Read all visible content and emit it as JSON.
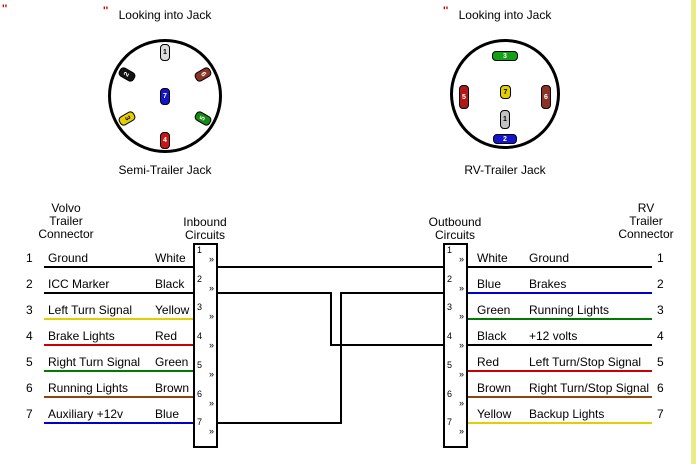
{
  "page": {
    "bg_color": "#ffffff",
    "right_edge_strip_color": "#eceb8b",
    "tick_glyph": "''",
    "tick_color": "#cc0000"
  },
  "jacks": {
    "semi": {
      "looking_label": "Looking into Jack",
      "caption": "Semi-Trailer Jack",
      "pins": [
        {
          "num": "1",
          "color": "#dcdcdc",
          "num_color": "#000000"
        },
        {
          "num": "2",
          "color": "#141414",
          "num_color": "#ffffff"
        },
        {
          "num": "3",
          "color": "#e3cf00",
          "num_color": "#000000"
        },
        {
          "num": "4",
          "color": "#cc1414",
          "num_color": "#ffffff"
        },
        {
          "num": "5",
          "color": "#148a14",
          "num_color": "#ffffff"
        },
        {
          "num": "6",
          "color": "#8a3324",
          "num_color": "#ffffff"
        },
        {
          "num": "7",
          "color": "#1414cc",
          "num_color": "#ffffff"
        }
      ]
    },
    "rv": {
      "looking_label": "Looking into Jack",
      "caption": "RV-Trailer Jack",
      "pins": [
        {
          "num": "1",
          "color": "#c2c2c2",
          "num_color": "#000000"
        },
        {
          "num": "2",
          "color": "#1414cc",
          "num_color": "#ffffff"
        },
        {
          "num": "3",
          "color": "#14a014",
          "num_color": "#ffffff"
        },
        {
          "num": "5",
          "color": "#b01818",
          "num_color": "#ffffff"
        },
        {
          "num": "6",
          "color": "#8a3324",
          "num_color": "#ffffff"
        },
        {
          "num": "7",
          "color": "#e3cf00",
          "num_color": "#000000"
        }
      ]
    }
  },
  "wiring": {
    "left_header": "Volvo\nTrailer\nConnector",
    "inbound_header": "Inbound\nCircuits",
    "outbound_header": "Outbound\nCircuits",
    "right_header": "RV\nTrailer\nConnector",
    "splice_glyph": "»",
    "connection_color": "#000000",
    "circuit_numbers": [
      "1",
      "2",
      "3",
      "4",
      "5",
      "6",
      "7"
    ],
    "left_rows": [
      {
        "num": "1",
        "label": "Ground",
        "wire": "White",
        "line_color": "#000000"
      },
      {
        "num": "2",
        "label": "ICC Marker",
        "wire": "Black",
        "line_color": "#000000"
      },
      {
        "num": "3",
        "label": "Left Turn Signal",
        "wire": "Yellow",
        "line_color": "#e3cf00"
      },
      {
        "num": "4",
        "label": "Brake Lights",
        "wire": "Red",
        "line_color": "#cc0000"
      },
      {
        "num": "5",
        "label": "Right Turn Signal",
        "wire": "Green",
        "line_color": "#007a00"
      },
      {
        "num": "6",
        "label": "Running Lights",
        "wire": "Brown",
        "line_color": "#8b4513"
      },
      {
        "num": "7",
        "label": "Auxiliary +12v",
        "wire": "Blue",
        "line_color": "#0000cc"
      }
    ],
    "right_rows": [
      {
        "num": "1",
        "wire": "White",
        "label": "Ground",
        "line_color": "#000000"
      },
      {
        "num": "2",
        "wire": "Blue",
        "label": "Brakes",
        "line_color": "#0000cc"
      },
      {
        "num": "3",
        "wire": "Green",
        "label": "Running Lights",
        "line_color": "#007a00"
      },
      {
        "num": "4",
        "wire": "Black",
        "label": "+12 volts",
        "line_color": "#000000"
      },
      {
        "num": "5",
        "wire": "Red",
        "label": "Left Turn/Stop Signal",
        "line_color": "#cc0000"
      },
      {
        "num": "6",
        "wire": "Brown",
        "label": "Right Turn/Stop Signal",
        "line_color": "#8b4513"
      },
      {
        "num": "7",
        "wire": "Yellow",
        "label": "Backup Lights",
        "line_color": "#e3cf00"
      }
    ],
    "connections": [
      {
        "from": "inbound-1",
        "to": "outbound-1"
      },
      {
        "from": "inbound-2",
        "to": "outbound-4"
      },
      {
        "from": "inbound-7",
        "to": "outbound-2"
      }
    ]
  }
}
